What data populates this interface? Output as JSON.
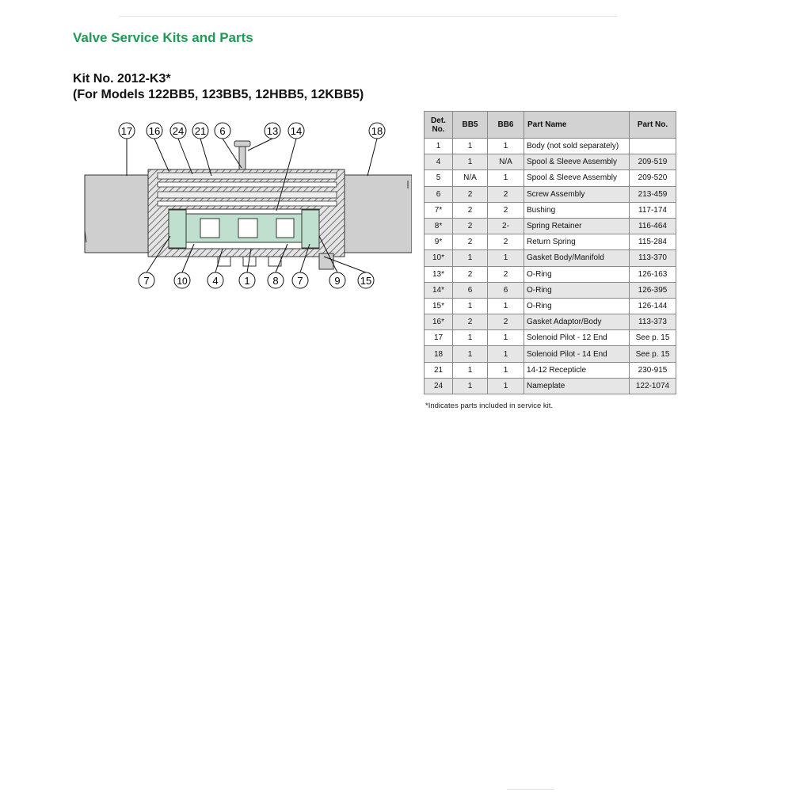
{
  "section_title": "Valve Service Kits and Parts",
  "kit": {
    "line1": "Kit No. 2012-K3*",
    "line2": "(For Models 122BB5, 123BB5, 12HBB5, 12KBB5)"
  },
  "diagram": {
    "callouts_top": [
      "17",
      "16",
      "24",
      "21",
      "6",
      "13",
      "14",
      "18"
    ],
    "callouts_bottom": [
      "7",
      "10",
      "4",
      "1",
      "8",
      "7",
      "9",
      "15"
    ],
    "colors": {
      "green": "#bfe0cf",
      "body": "#cfcfcf",
      "hatch": "#555555"
    }
  },
  "table": {
    "headers": [
      "Det. No.",
      "BB5",
      "BB6",
      "Part Name",
      "Part No."
    ],
    "rows": [
      [
        "1",
        "1",
        "1",
        "Body (not sold separately)",
        ""
      ],
      [
        "4",
        "1",
        "N/A",
        "Spool & Sleeve Assembly",
        "209-519"
      ],
      [
        "5",
        "N/A",
        "1",
        "Spool & Sleeve Assembly",
        "209-520"
      ],
      [
        "6",
        "2",
        "2",
        "Screw Assembly",
        "213-459"
      ],
      [
        "7*",
        "2",
        "2",
        "Bushing",
        "117-174"
      ],
      [
        "8*",
        "2",
        "2-",
        "Spring Retainer",
        "116-464"
      ],
      [
        "9*",
        "2",
        "2",
        "Return Spring",
        "115-284"
      ],
      [
        "10*",
        "1",
        "1",
        "Gasket Body/Manifold",
        "113-370"
      ],
      [
        "13*",
        "2",
        "2",
        "O-Ring",
        "126-163"
      ],
      [
        "14*",
        "6",
        "6",
        "O-Ring",
        "126-395"
      ],
      [
        "15*",
        "1",
        "1",
        "O-Ring",
        "126-144"
      ],
      [
        "16*",
        "2",
        "2",
        "Gasket Adaptor/Body",
        "113-373"
      ],
      [
        "17",
        "1",
        "1",
        "Solenoid Pilot - 12 End",
        "See p. 15"
      ],
      [
        "18",
        "1",
        "1",
        "Solenoid Pilot - 14 End",
        "See p. 15"
      ],
      [
        "21",
        "1",
        "1",
        "14-12 Recepticle",
        "230-915"
      ],
      [
        "24",
        "1",
        "1",
        "Nameplate",
        "122-1074"
      ]
    ]
  },
  "footnote": "*Indicates parts included in service kit."
}
